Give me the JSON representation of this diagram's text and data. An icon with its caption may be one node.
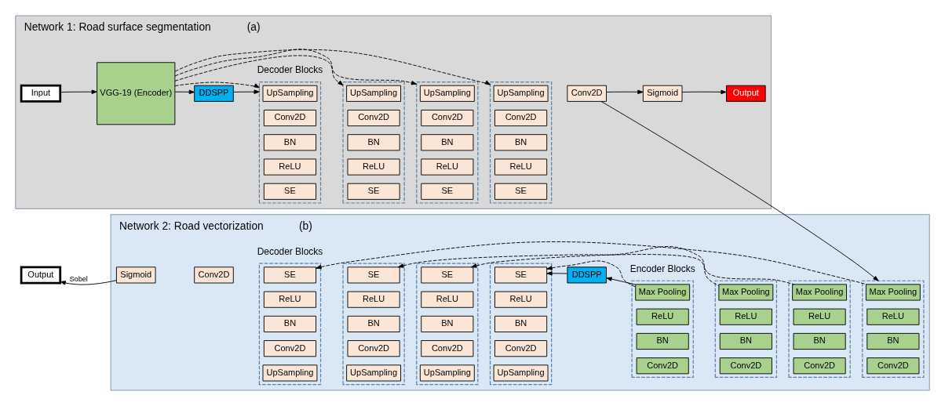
{
  "diagram": {
    "nodes": [
      {
        "text": [
          "Network 1: Road surface segmentation",
          "(a)"
        ]
      },
      {
        "text": [
          "Input"
        ],
        "in": 0
      },
      {
        "text": [
          "VGG-19 (Encoder)"
        ],
        "in": 0
      },
      {
        "text": [
          "DDSPP"
        ],
        "in": 0
      },
      {
        "text": [],
        "shape": "box",
        "in": 0
      },
      {
        "text": [
          "UpSampling"
        ],
        "in": 4
      },
      {
        "text": [
          "Conv2D"
        ],
        "in": 4
      },
      {
        "text": [
          "BN"
        ],
        "in": 4
      },
      {
        "text": [
          "ReLU"
        ],
        "in": 4
      },
      {
        "text": [
          "SE"
        ],
        "in": 4
      },
      {
        "text": [],
        "shape": "box",
        "in": 0
      },
      {
        "text": [
          "UpSampling"
        ],
        "in": 10
      },
      {
        "text": [
          "Conv2D"
        ],
        "in": 10
      },
      {
        "text": [
          "BN"
        ],
        "in": 10
      },
      {
        "text": [
          "ReLU"
        ],
        "in": 10
      },
      {
        "text": [
          "SE"
        ],
        "in": 10
      },
      {
        "text": [],
        "shape": "box",
        "in": 0
      },
      {
        "text": [
          "UpSampling"
        ],
        "in": 16
      },
      {
        "text": [
          "Conv2D"
        ],
        "in": 16
      },
      {
        "text": [
          "BN"
        ],
        "in": 16
      },
      {
        "text": [
          "ReLU"
        ],
        "in": 16
      },
      {
        "text": [
          "SE"
        ],
        "in": 16
      },
      {
        "text": [],
        "shape": "box",
        "in": 0
      },
      {
        "text": [
          "UpSampling"
        ],
        "in": 22
      },
      {
        "text": [
          "Conv2D"
        ],
        "in": 22
      },
      {
        "text": [
          "BN"
        ],
        "in": 22
      },
      {
        "text": [
          "ReLU"
        ],
        "in": 22
      },
      {
        "text": [
          "SE"
        ],
        "in": 22
      },
      {
        "text": [
          "Conv2D"
        ],
        "in": 0
      },
      {
        "text": [
          "Sigmoid"
        ],
        "in": 0
      },
      {
        "text": [
          "Output"
        ],
        "in": 0
      },
      {
        "text": [
          "Network 2: Road vectorization",
          "(b)"
        ]
      },
      {
        "text": [
          "Output"
        ]
      },
      {
        "text": [
          "Sigmoid"
        ],
        "in": 31
      },
      {
        "text": [
          "Conv2D"
        ],
        "in": 31
      },
      {
        "text": [],
        "shape": "box",
        "in": 31
      },
      {
        "text": [
          "SE"
        ],
        "in": 35
      },
      {
        "text": [
          "ReLU"
        ],
        "in": 35
      },
      {
        "text": [
          "BN"
        ],
        "in": 35
      },
      {
        "text": [
          "Conv2D"
        ],
        "in": 35
      },
      {
        "text": [
          "UpSampling"
        ],
        "in": 35
      },
      {
        "text": [],
        "shape": "box",
        "in": 31
      },
      {
        "text": [
          "SE"
        ],
        "in": 41
      },
      {
        "text": [
          "ReLU"
        ],
        "in": 41
      },
      {
        "text": [
          "BN"
        ],
        "in": 41
      },
      {
        "text": [
          "Conv2D"
        ],
        "in": 41
      },
      {
        "text": [
          "UpSampling"
        ],
        "in": 41
      },
      {
        "text": [],
        "shape": "box",
        "in": 31
      },
      {
        "text": [
          "SE"
        ],
        "in": 47
      },
      {
        "text": [
          "ReLU"
        ],
        "in": 47
      },
      {
        "text": [
          "BN"
        ],
        "in": 47
      },
      {
        "text": [
          "Conv2D"
        ],
        "in": 47
      },
      {
        "text": [
          "UpSampling"
        ],
        "in": 47
      },
      {
        "text": [],
        "shape": "box",
        "in": 31
      },
      {
        "text": [
          "SE"
        ],
        "in": 53
      },
      {
        "text": [
          "ReLU"
        ],
        "in": 53
      },
      {
        "text": [
          "BN"
        ],
        "in": 53
      },
      {
        "text": [
          "Conv2D"
        ],
        "in": 53
      },
      {
        "text": [
          "UpSampling"
        ],
        "in": 53
      },
      {
        "text": [
          "DDSPP"
        ],
        "in": 31
      },
      {
        "text": [],
        "shape": "box",
        "in": 31
      },
      {
        "text": [
          "Max Pooling"
        ],
        "in": 60
      },
      {
        "text": [
          "ReLU"
        ],
        "in": 60
      },
      {
        "text": [
          "BN"
        ],
        "in": 60
      },
      {
        "text": [
          "Conv2D"
        ],
        "in": 60
      },
      {
        "text": [],
        "shape": "box",
        "in": 31
      },
      {
        "text": [
          "Max Pooling"
        ],
        "in": 65
      },
      {
        "text": [
          "ReLU"
        ],
        "in": 65
      },
      {
        "text": [
          "BN"
        ],
        "in": 65
      },
      {
        "text": [
          "Conv2D"
        ],
        "in": 65
      },
      {
        "text": [],
        "shape": "box",
        "in": 31
      },
      {
        "text": [
          "Max Pooling"
        ],
        "in": 70
      },
      {
        "text": [
          "ReLU"
        ],
        "in": 70
      },
      {
        "text": [
          "BN"
        ],
        "in": 70
      },
      {
        "text": [
          "Conv2D"
        ],
        "in": 70
      },
      {
        "text": [],
        "shape": "box",
        "in": 31
      },
      {
        "text": [
          "Max Pooling"
        ],
        "in": 75
      },
      {
        "text": [
          "ReLU"
        ],
        "in": 75
      },
      {
        "text": [
          "BN"
        ],
        "in": 75
      },
      {
        "text": [
          "Conv2D"
        ],
        "in": 75
      }
    ],
    "edges": [
      {
        "from": 1,
        "to": 2,
        "arrow": "to"
      },
      {
        "from": 2,
        "to": 3,
        "arrow": "to"
      },
      {
        "from": 3,
        "to": 4,
        "arrow": "to"
      },
      {
        "from": 2,
        "to": 4,
        "arrow": "to",
        "style": "dashed"
      },
      {
        "from": 2,
        "to": 10,
        "arrow": "to",
        "style": "dashed"
      },
      {
        "from": 2,
        "to": 16,
        "arrow": "to",
        "style": "dashed"
      },
      {
        "from": 2,
        "to": 22,
        "arrow": "to",
        "style": "dashed"
      },
      {
        "from": 28,
        "to": 29,
        "arrow": "to"
      },
      {
        "from": 29,
        "to": 30,
        "arrow": "to"
      },
      {
        "from": 28,
        "to": 75,
        "arrow": "to"
      },
      {
        "from": 33,
        "to": 32,
        "arrow": "to",
        "label": "Sobel"
      },
      {
        "from": 60,
        "to": 59,
        "arrow": "to"
      },
      {
        "from": 59,
        "to": 53,
        "arrow": "to"
      },
      {
        "from": 60,
        "to": 53,
        "arrow": "to",
        "style": "dashed"
      },
      {
        "from": 65,
        "to": 47,
        "arrow": "to",
        "style": "dashed"
      },
      {
        "from": 70,
        "to": 41,
        "arrow": "to",
        "style": "dashed"
      },
      {
        "from": 75,
        "to": 35,
        "arrow": "to",
        "style": "dashed"
      }
    ],
    "labels": [
      "Decoder Blocks",
      "Decoder Blocks",
      "Encoder Blocks"
    ]
  }
}
